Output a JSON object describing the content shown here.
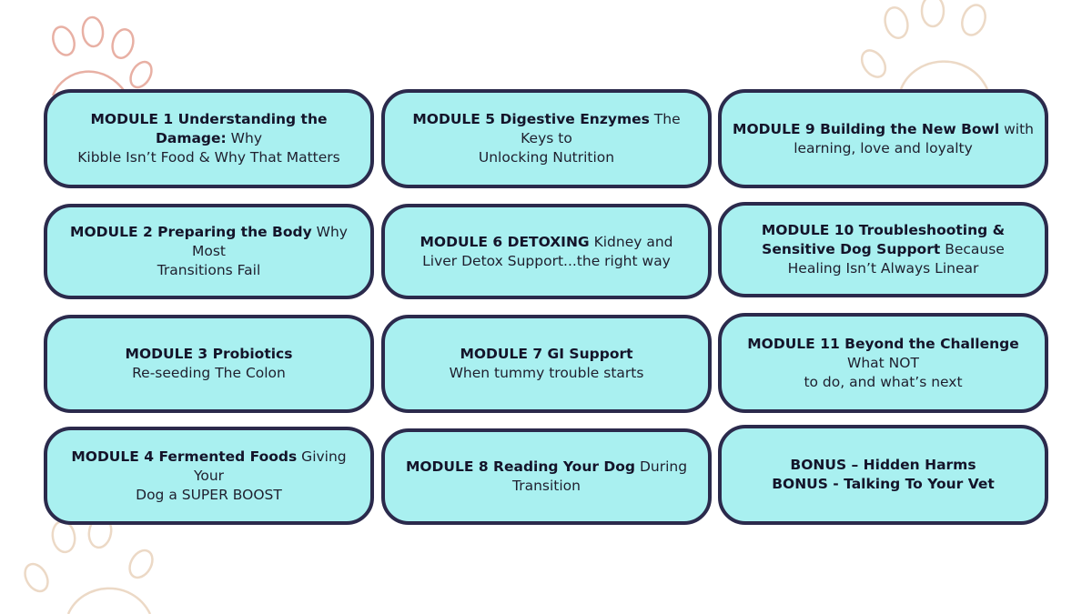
{
  "colors": {
    "card_fill": "#a9f0f0",
    "card_border": "#2b2a4c",
    "paw_pink": "#e8b0a4",
    "paw_beige": "#ecd9c6"
  },
  "decorations": [
    "paw-print-icon",
    "paw-print-icon",
    "paw-print-icon"
  ],
  "modules": [
    {
      "lines": [
        {
          "bold": "MODULE 1 Understanding the Damage:",
          "text": " Why"
        },
        {
          "bold": "",
          "text": "Kibble Isn’t Food & Why That Matters"
        }
      ]
    },
    {
      "lines": [
        {
          "bold": "MODULE 2 Preparing the Body",
          "text": "  Why Most"
        },
        {
          "bold": "",
          "text": "Transitions Fail"
        }
      ]
    },
    {
      "lines": [
        {
          "bold": "MODULE 3 Probiotics",
          "text": ""
        },
        {
          "bold": "",
          "text": "Re-seeding The Colon"
        }
      ]
    },
    {
      "lines": [
        {
          "bold": "MODULE 4 Fermented Foods",
          "text": " Giving Your"
        },
        {
          "bold": "",
          "text": "Dog a SUPER BOOST"
        }
      ]
    },
    {
      "lines": [
        {
          "bold": "MODULE 5 Digestive Enzymes",
          "text": " The Keys to"
        },
        {
          "bold": "",
          "text": "Unlocking Nutrition"
        }
      ]
    },
    {
      "lines": [
        {
          "bold": "MODULE 6 DETOXING",
          "text": " Kidney and"
        },
        {
          "bold": "",
          "text": "Liver Detox Support...the right way"
        }
      ]
    },
    {
      "lines": [
        {
          "bold": "MODULE 7 GI Support",
          "text": ""
        },
        {
          "bold": "",
          "text": "When tummy trouble starts"
        }
      ]
    },
    {
      "lines": [
        {
          "bold": "MODULE 8 Reading Your Dog",
          "text": " During"
        },
        {
          "bold": "",
          "text": "Transition"
        }
      ]
    },
    {
      "lines": [
        {
          "bold": "MODULE 9 Building the New Bowl",
          "text": " with"
        },
        {
          "bold": "",
          "text": "learning, love and loyalty"
        }
      ]
    },
    {
      "lines": [
        {
          "bold": "MODULE 10 Troubleshooting &",
          "text": ""
        },
        {
          "bold": "Sensitive Dog Support",
          "text": " Because"
        },
        {
          "bold": "",
          "text": "Healing Isn’t Always Linear"
        }
      ]
    },
    {
      "lines": [
        {
          "bold": "MODULE 11 Beyond the Challenge",
          "text": " What NOT"
        },
        {
          "bold": "",
          "text": "to do, and what’s next"
        }
      ]
    },
    {
      "lines": [
        {
          "bold": "BONUS – Hidden Harms",
          "text": ""
        },
        {
          "bold": "BONUS - Talking To Your Vet",
          "text": ""
        }
      ]
    }
  ]
}
